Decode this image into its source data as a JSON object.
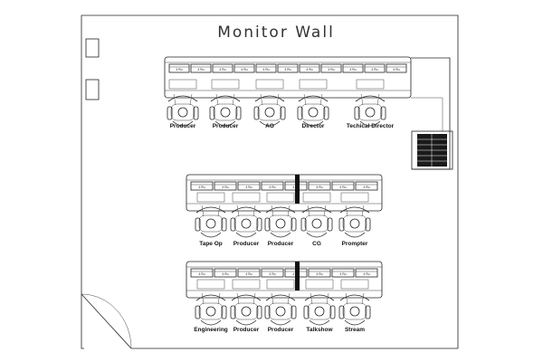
{
  "diagram": {
    "title": "Monitor Wall",
    "monitor_label": "4 Ru",
    "rows": [
      {
        "id": "row-1",
        "seats": [
          "Producer",
          "Producer",
          "AO",
          "Director",
          "Techical Director"
        ]
      },
      {
        "id": "row-2",
        "seats": [
          "Tape Op",
          "Producer",
          "Producer",
          "CG",
          "Prompter"
        ]
      },
      {
        "id": "row-3",
        "seats": [
          "Engineering",
          "Producer",
          "Producer",
          "Talkshow",
          "Stream"
        ]
      }
    ],
    "colors": {
      "line": "#222222",
      "rack_fill": "#1a1a1a",
      "background": "#ffffff"
    }
  }
}
